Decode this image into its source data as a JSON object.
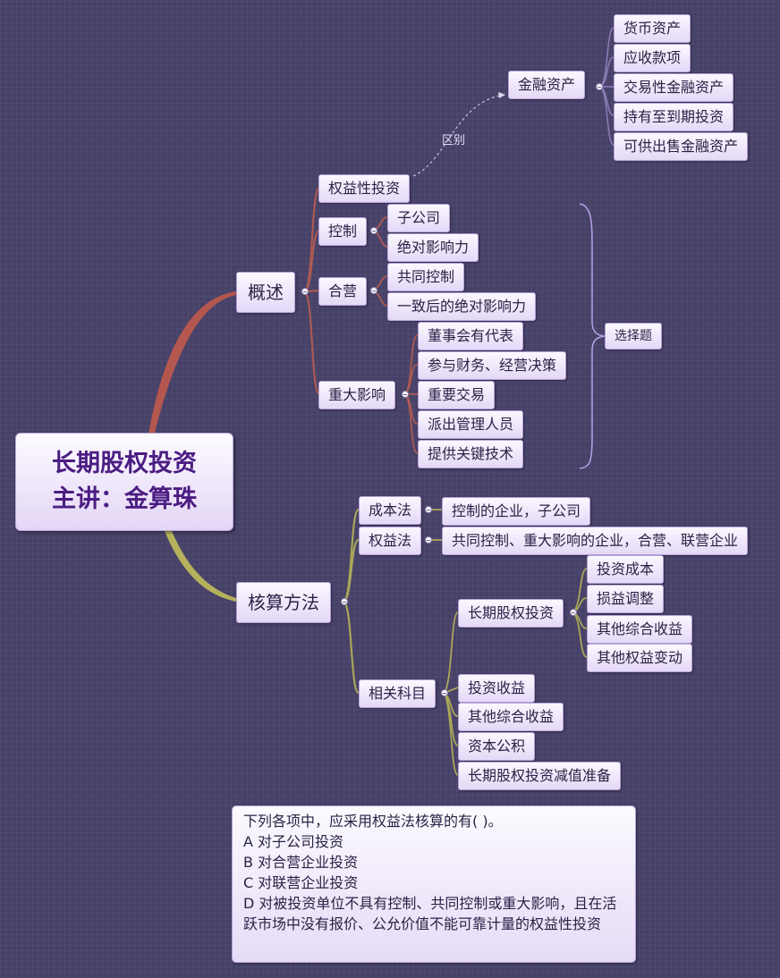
{
  "root": {
    "line1": "长期股权投资",
    "line2": "主讲：金算珠"
  },
  "overview": {
    "title": "概述",
    "equity_investment": "权益性投资",
    "relation_label": "区别",
    "financial_assets": {
      "title": "金融资产",
      "items": [
        "货币资产",
        "应收款项",
        "交易性金融资产",
        "持有至到期投资",
        "可供出售金融资产"
      ]
    },
    "control": {
      "title": "控制",
      "items": [
        "子公司",
        "绝对影响力"
      ]
    },
    "joint": {
      "title": "合营",
      "items": [
        "共同控制",
        "一致后的绝对影响力"
      ]
    },
    "significant": {
      "title": "重大影响",
      "items": [
        "董事会有代表",
        "参与财务、经营决策",
        "重要交易",
        "派出管理人员",
        "提供关键技术"
      ]
    },
    "group_label": "选择题"
  },
  "accounting": {
    "title": "核算方法",
    "cost": {
      "title": "成本法",
      "detail": "控制的企业，子公司"
    },
    "equity": {
      "title": "权益法",
      "detail": "共同控制、重大影响的企业，合营、联营企业"
    },
    "accounts": {
      "title": "相关科目",
      "lti": {
        "title": "长期股权投资",
        "items": [
          "投资成本",
          "损益调整",
          "其他综合收益",
          "其他权益变动"
        ]
      },
      "others": [
        "投资收益",
        "其他综合收益",
        "资本公积",
        "长期股权投资减值准备"
      ]
    }
  },
  "question": {
    "stem": "下列各项中，应采用权益法核算的有(    )。",
    "options": [
      "A 对子公司投资",
      "B 对合营企业投资",
      "C 对联营企业投资",
      "D 对被投资单位不具有控制、共同控制或重大影响，且在活跃市场中没有报价、公允价值不能可靠计量的权益性投资"
    ]
  },
  "colors": {
    "background": "#474168",
    "branch_overview": "#b4574f",
    "branch_accounting": "#b5b15c",
    "connector_overview": "#ab5a52",
    "connector_accounting": "#a9a65a",
    "bracket": "#b8a1e8"
  }
}
